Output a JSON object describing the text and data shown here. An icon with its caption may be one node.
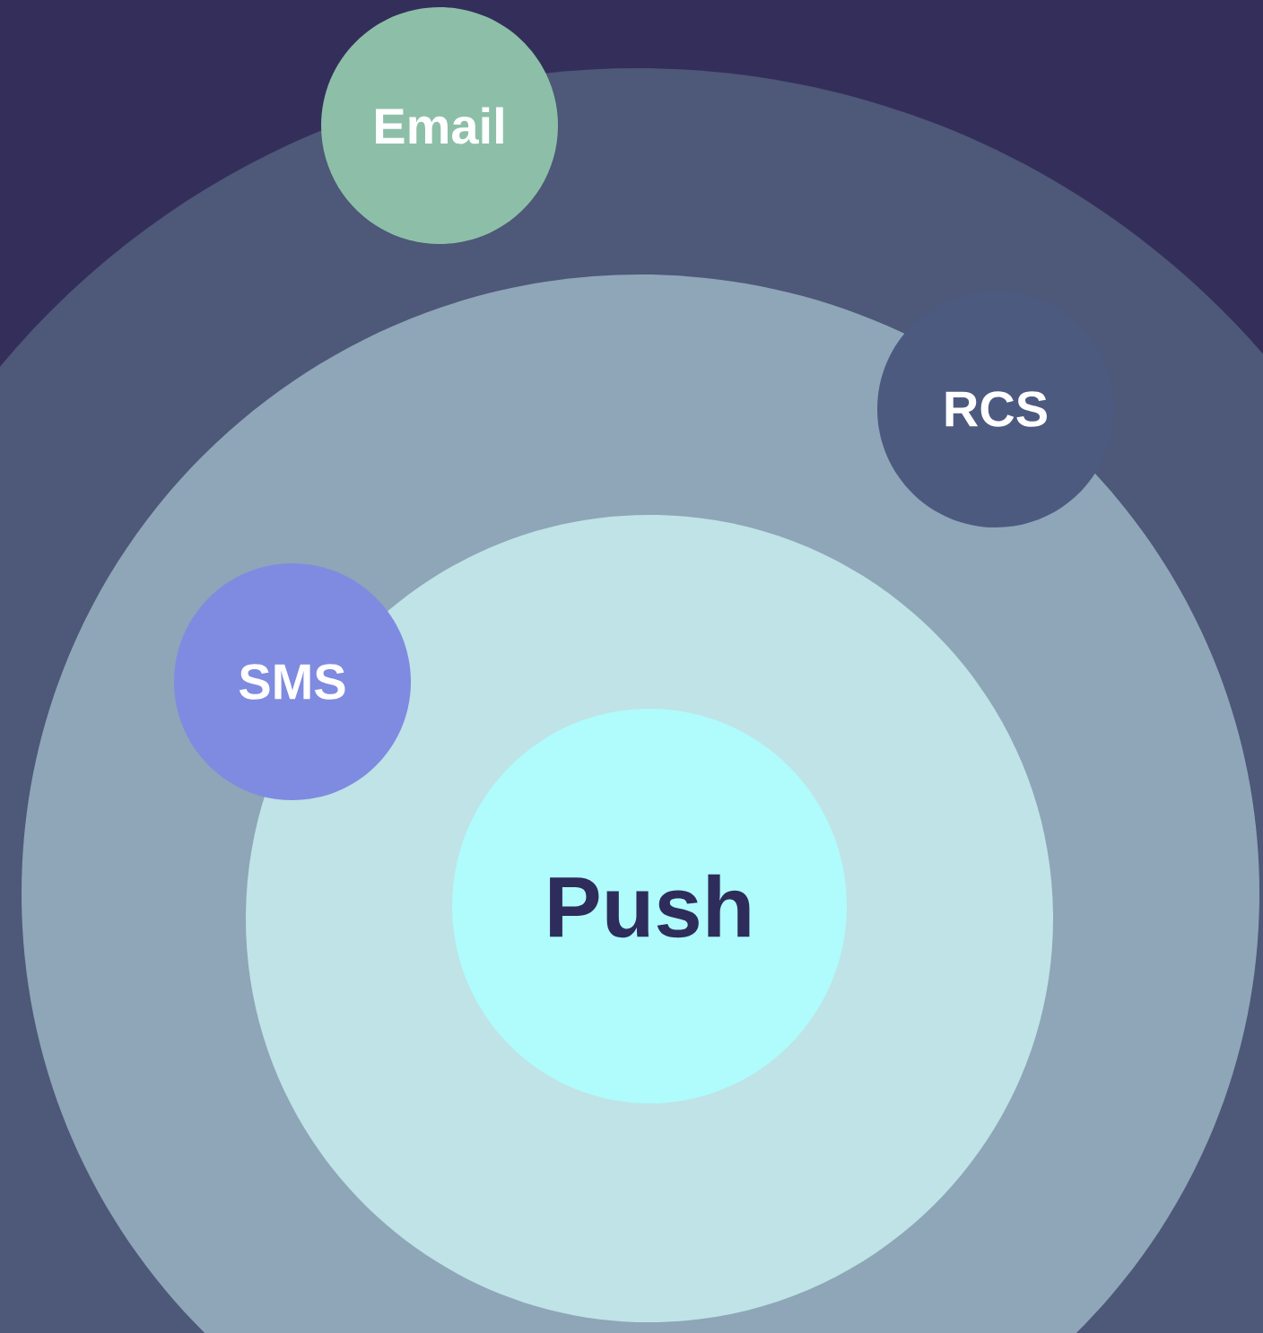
{
  "diagram": {
    "nodes": [
      {
        "text": [],
        "shape": "circle"
      },
      {
        "text": [
          "Email"
        ]
      },
      {
        "text": [],
        "shape": "circle",
        "in": 0
      },
      {
        "text": [
          "RCS"
        ],
        "in": 2
      },
      {
        "text": [],
        "shape": "circle",
        "in": 2
      },
      {
        "text": [
          "SMS"
        ],
        "in": 2
      },
      {
        "text": [
          "Push"
        ],
        "in": 4
      }
    ],
    "edges": []
  }
}
